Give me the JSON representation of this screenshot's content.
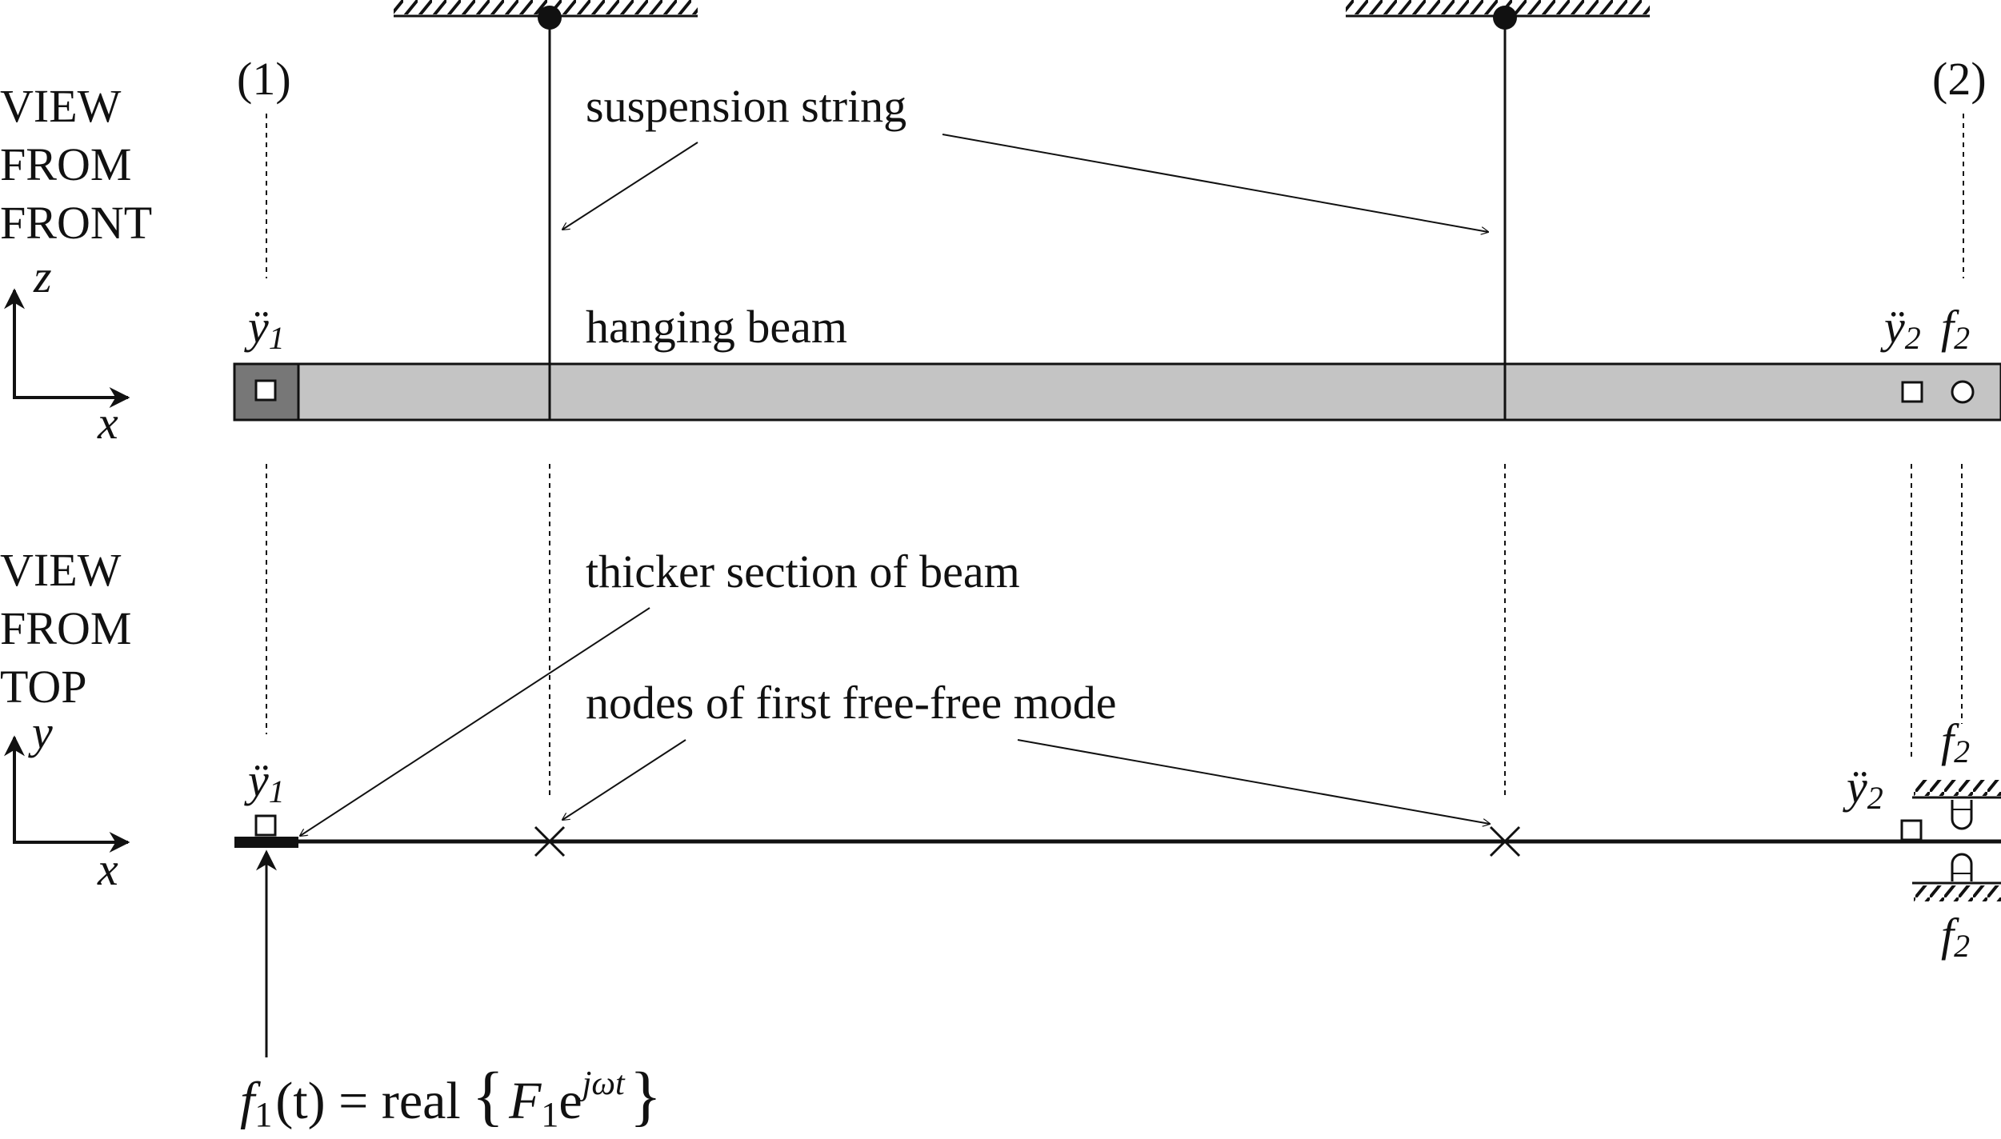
{
  "views": {
    "front": [
      "VIEW",
      "FROM",
      "FRONT"
    ],
    "top": [
      "VIEW",
      "FROM",
      "TOP"
    ]
  },
  "points": {
    "p1": "(1)",
    "p2": "(2)"
  },
  "annotations": {
    "suspension": "suspension string",
    "beam": "hanging beam",
    "thicker": "thicker section of beam",
    "nodes": "nodes of first free-free mode"
  },
  "axes": {
    "front": {
      "h": "x",
      "v": "z"
    },
    "top": {
      "h": "x",
      "v": "y"
    }
  },
  "symbols": {
    "y1": "ÿ",
    "y2": "ÿ",
    "f2": "f",
    "sub1": "1",
    "sub2": "2"
  },
  "equation": {
    "f": "f",
    "sub1": "1",
    "arg": "(t) = real",
    "lbrace": "{",
    "F": "F",
    "Fsub": "1",
    "e": "e",
    "exp": "jωt",
    "rbrace": "}"
  },
  "colors": {
    "beam_fill": "#c4c4c4",
    "thick_fill": "#777777",
    "ink": "#111111"
  }
}
